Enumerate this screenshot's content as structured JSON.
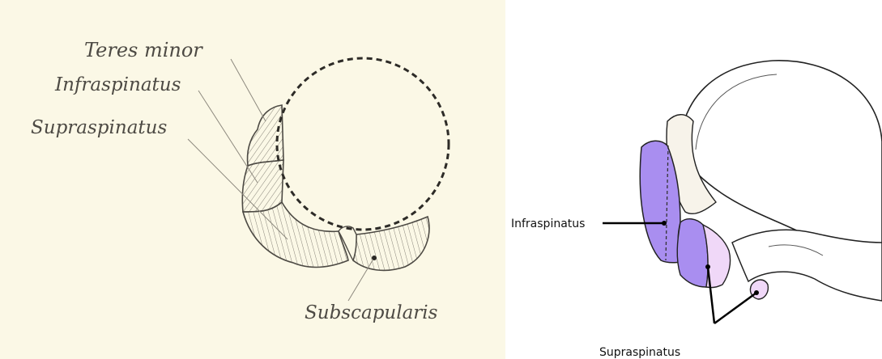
{
  "left_figure": {
    "labels": {
      "teres_minor": "Teres minor",
      "infraspinatus": "Infraspinatus",
      "supraspinatus": "Supraspinatus",
      "subscapularis": "Subscapularis"
    },
    "colors": {
      "background": "#fbf8e6",
      "ink": "#4d4a44"
    }
  },
  "right_figure": {
    "labels": {
      "infraspinatus": "Infraspinatus",
      "supraspinatus": "Supraspinatus"
    },
    "colors": {
      "infraspinatus_fill": "#a98ef0",
      "supraspinatus_fill": "#f0d8f8",
      "outline": "#222222",
      "background": "#ffffff"
    }
  }
}
